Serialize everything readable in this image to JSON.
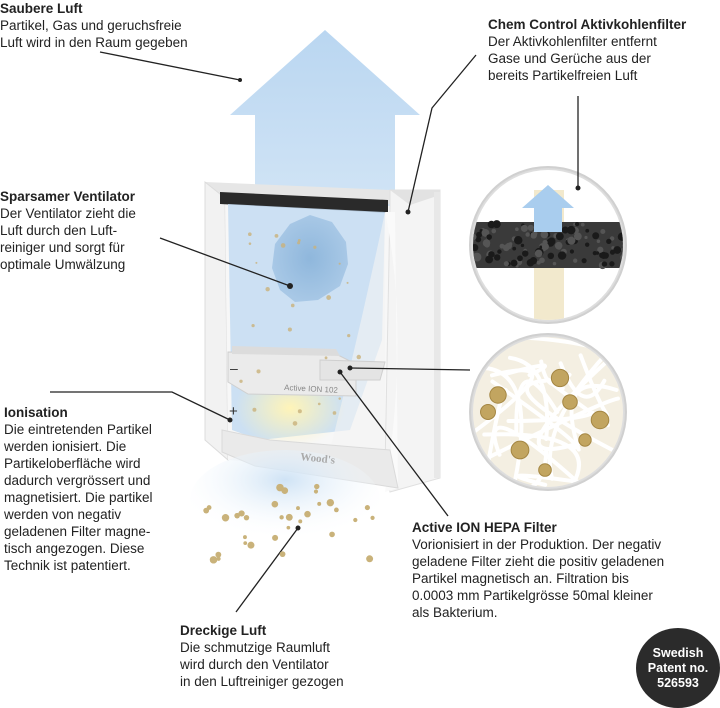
{
  "labels": {
    "clean_air": {
      "title": "Saubere Luft",
      "body": "Partikel, Gas und geruchsfreie\nLuft wird in den Raum gegeben"
    },
    "chem_control": {
      "title": "Chem Control Aktivkohlenfilter",
      "body": "Der Aktivkohlenfilter entfernt\nGase und Gerüche aus der\nbereits Partikelfreien Luft"
    },
    "fan": {
      "title": "Sparsamer Ventilator",
      "body": "Der Ventilator zieht die\nLuft durch den Luft-\nreiniger und sorgt für\noptimale Umwälzung"
    },
    "ionisation": {
      "title": "Ionisation",
      "body": "Die eintretenden Partikel\nwerden ionisiert. Die\nPartikeloberfläche wird\ndadurch vergrössert und\nmagnetisiert. Die partikel\nwerden von negativ\ngeladenen Filter magne-\ntisch angezogen. Diese\nTechnik ist patentiert."
    },
    "hepa": {
      "title": "Active ION HEPA Filter",
      "body": "Vorionisiert in der Produktion. Der negativ\ngeladene Filter zieht die positiv geladenen\nPartikel magnetisch an. Filtration bis\n0.0003 mm Partikelgrösse 50mal kleiner\nals Bakterium."
    },
    "dirty_air": {
      "title": "Dreckige Luft",
      "body": "Die schmutzige Raumluft\nwird durch den Ventilator\nin den Luftreiniger gezogen"
    }
  },
  "device": {
    "filter_label": "Active ION 102",
    "brand": "Wood's",
    "minus_sign": "–",
    "plus_sign": "+"
  },
  "badge": {
    "line1": "Swedish",
    "line2": "Patent no.",
    "line3": "526593"
  },
  "colors": {
    "airflow": "#bcd9f3",
    "particle": "#c9b27a",
    "badge_bg": "#2b2b2b",
    "carbon": "#3a3a3a"
  }
}
